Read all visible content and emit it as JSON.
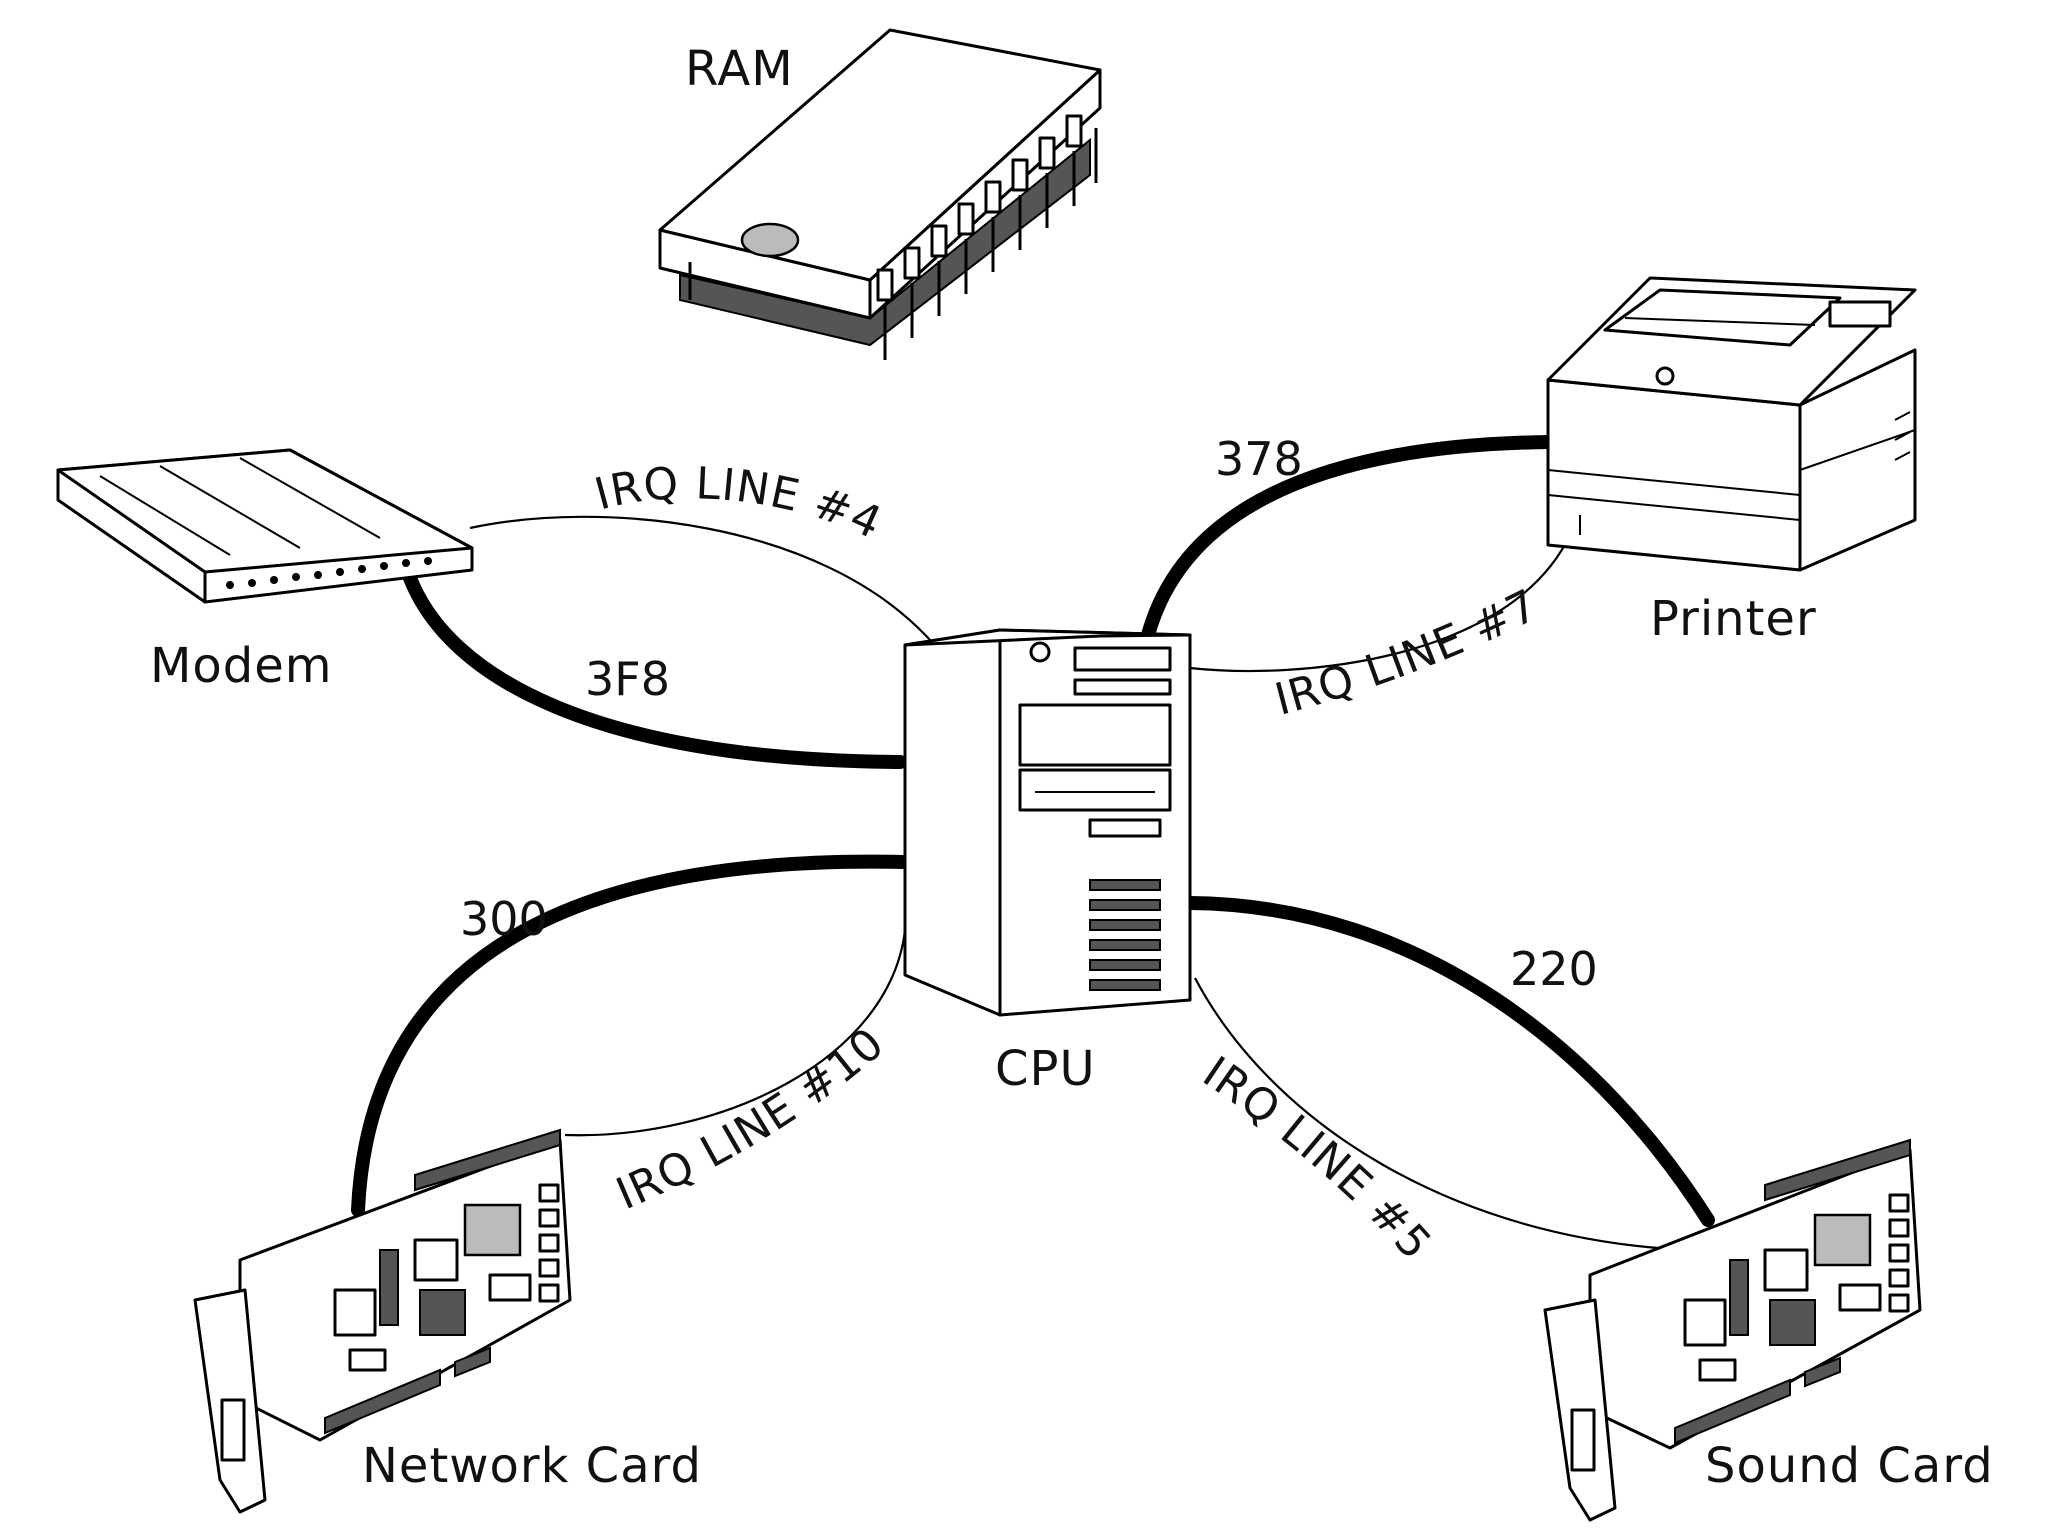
{
  "devices": {
    "ram": "RAM",
    "modem": "Modem",
    "printer": "Printer",
    "cpu": "CPU",
    "network_card": "Network Card",
    "sound_card": "Sound Card"
  },
  "io_addresses": {
    "modem": "3F8",
    "printer": "378",
    "network_card": "300",
    "sound_card": "220"
  },
  "irq_lines": {
    "modem": "IRQ LINE #4",
    "printer": "IRQ LINE #7",
    "network_card": "IRQ LINE #10",
    "sound_card": "IRQ LINE #5"
  }
}
